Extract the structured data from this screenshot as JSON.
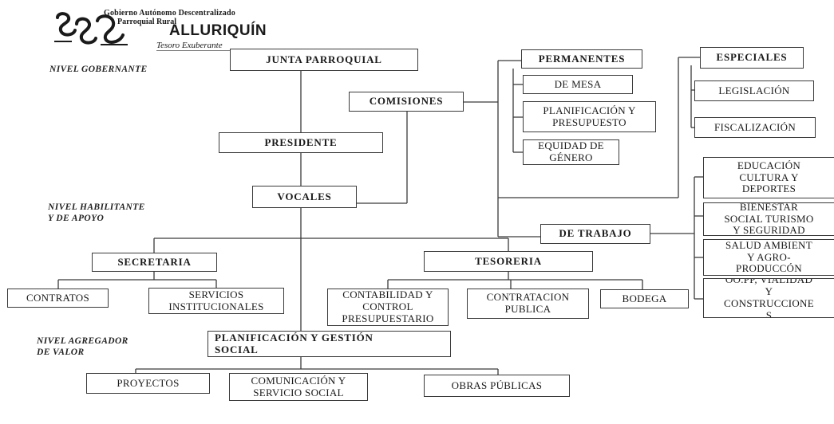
{
  "logo": {
    "org_line1": "Gobierno Autónomo Descentralizado",
    "org_line2": "Parroquial Rural",
    "name": "ALLURIQUÍN",
    "slogan": "Tesoro Exuberante"
  },
  "levels": {
    "gobernante": "NIVEL GOBERNANTE",
    "habilitante": "NIVEL HABILITANTE\nY DE APOYO",
    "agregador": "NIVEL AGREGADOR\nDE VALOR"
  },
  "nodes": {
    "junta": "JUNTA PARROQUIAL",
    "comisiones": "COMISIONES",
    "presidente": "PRESIDENTE",
    "vocales": "VOCALES",
    "permanentes": "PERMANENTES",
    "de_mesa": "DE MESA",
    "planificacion_presupuesto": "PLANIFICACIÓN Y\nPRESUPUESTO",
    "equidad_genero": "EQUIDAD DE\nGÉNERO",
    "especiales": "ESPECIALES",
    "legislacion": "LEGISLACIÓN",
    "fiscalizacion": "FISCALIZACIÓN",
    "de_trabajo": "DE TRABAJO",
    "educacion": "EDUCACIÓN\nCULTURA Y\nDEPORTES",
    "bienestar": "BIENESTAR\nSOCIAL TURISMO\nY SEGURIDAD",
    "salud": "SALUD AMBIENT\nY AGRO-\nPRODUCCÓN",
    "oopp": "OO.PP, VIALIDAD\nY\nCONSTRUCCIONE\nS",
    "secretaria": "SECRETARIA",
    "contratos": "CONTRATOS",
    "servicios": "SERVICIOS\nINSTITUCIONALES",
    "tesoreria": "TESORERIA",
    "contabilidad": "CONTABILIDAD Y\nCONTROL\nPRESUPUESTARIO",
    "contratacion": "CONTRATACION\nPUBLICA",
    "bodega": "BODEGA",
    "planificacion_gestion": "PLANIFICACIÓN Y GESTIÓN\nSOCIAL",
    "proyectos": "PROYECTOS",
    "comunicacion": "COMUNICACIÓN Y\nSERVICIO SOCIAL",
    "obras_publicas": "OBRAS PÚBLICAS"
  }
}
